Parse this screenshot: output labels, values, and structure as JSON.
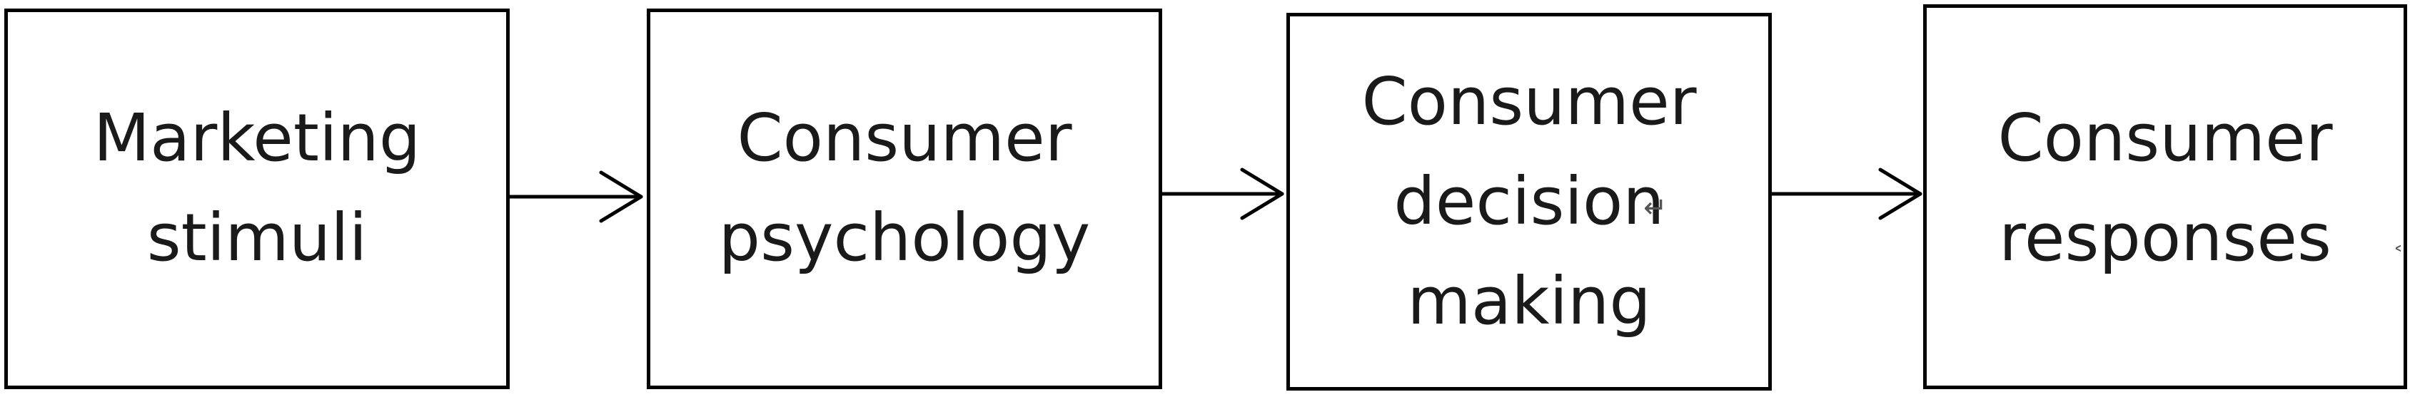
{
  "diagram": {
    "steps": [
      {
        "lines": [
          "Marketing",
          "stimuli"
        ]
      },
      {
        "lines": [
          "Consumer",
          "psychology"
        ]
      },
      {
        "lines": [
          "Consumer",
          "decision",
          "making"
        ]
      },
      {
        "lines": [
          "Consumer",
          "responses"
        ]
      }
    ]
  },
  "colors": {
    "stroke": "#000000",
    "text": "#1a1a1a",
    "background": "#ffffff"
  }
}
